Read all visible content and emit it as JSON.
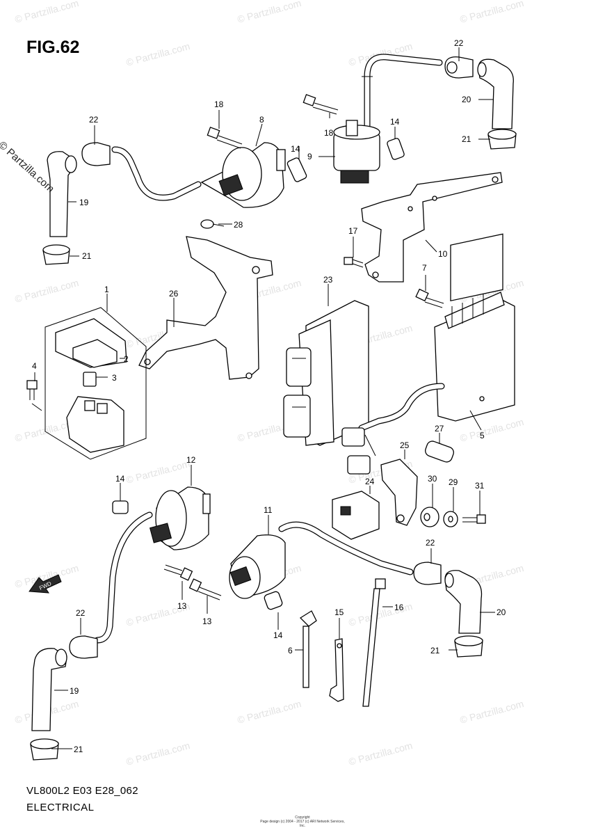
{
  "figure": {
    "title": "FIG.62",
    "code": "VL800L2 E03 E28_062",
    "name": "ELECTRICAL",
    "side_copyright": "© Partzilla.com",
    "watermark": "© Partzilla.com",
    "small_copyright_line1": "Copyright",
    "small_copyright_line2": "Page design (c) 2004 - 2017 (c) ARI Network Services, Inc.",
    "fwd_label": "FWD"
  },
  "callouts": [
    "22",
    "20",
    "21",
    "18",
    "8",
    "18",
    "14",
    "9",
    "14",
    "22",
    "19",
    "21",
    "28",
    "10",
    "17",
    "7",
    "1",
    "26",
    "23",
    "2",
    "3",
    "4",
    "5",
    "27",
    "25",
    "12",
    "14",
    "30",
    "29",
    "31",
    "24",
    "11",
    "22",
    "13",
    "13",
    "14",
    "20",
    "15",
    "16",
    "6",
    "22",
    "21",
    "19",
    "21"
  ]
}
